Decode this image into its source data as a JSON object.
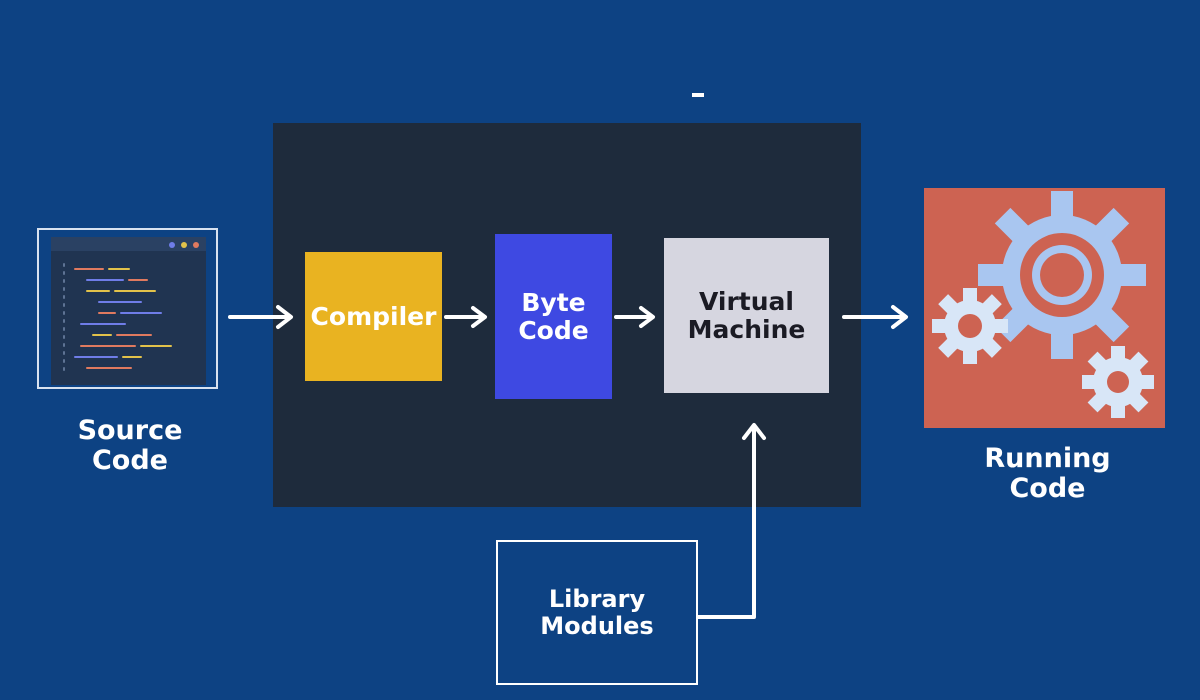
{
  "diagram": {
    "nodes": {
      "source": {
        "label": "Source\nCode"
      },
      "compiler": {
        "label": "Compiler"
      },
      "bytecode": {
        "label": "Byte\nCode"
      },
      "vm": {
        "label": "Virtual\nMachine"
      },
      "running": {
        "label": "Running\nCode"
      },
      "library": {
        "label": "Library\nModules"
      },
      "marker": {
        "label": "-"
      }
    },
    "edges": [
      {
        "from": "source",
        "to": "compiler"
      },
      {
        "from": "compiler",
        "to": "bytecode"
      },
      {
        "from": "bytecode",
        "to": "vm"
      },
      {
        "from": "vm",
        "to": "running"
      },
      {
        "from": "library",
        "to": "vm"
      }
    ],
    "icons": {
      "source": "code-editor-icon",
      "running": "gears-icon"
    }
  },
  "colors": {
    "background": "#0d4283",
    "panel": "#1e2b3c",
    "compiler": "#e9b321",
    "bytecode": "#3e49e2",
    "vm": "#d6d6e0",
    "running": "#cd6352",
    "gear": "#a9c6f0",
    "gear_light": "#d8e6f7",
    "arrow": "#ffffff"
  }
}
